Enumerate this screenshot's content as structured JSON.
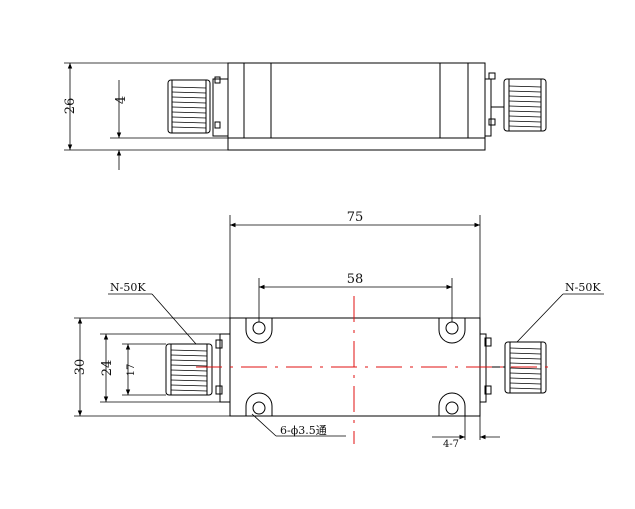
{
  "top_view": {
    "dim_height": "26",
    "dim_offset": "4"
  },
  "front_view": {
    "dim_length": "75",
    "dim_hole_spacing": "58",
    "dim_height": "30",
    "dim_inner": "24",
    "dim_connector": "17",
    "dim_edge_offset": "4-7",
    "hole_note": "6-ϕ3.5通",
    "connector_left": "N-50K",
    "connector_right": "N-50K"
  },
  "colors": {
    "line": "#000000",
    "centerline": "#e01010"
  }
}
